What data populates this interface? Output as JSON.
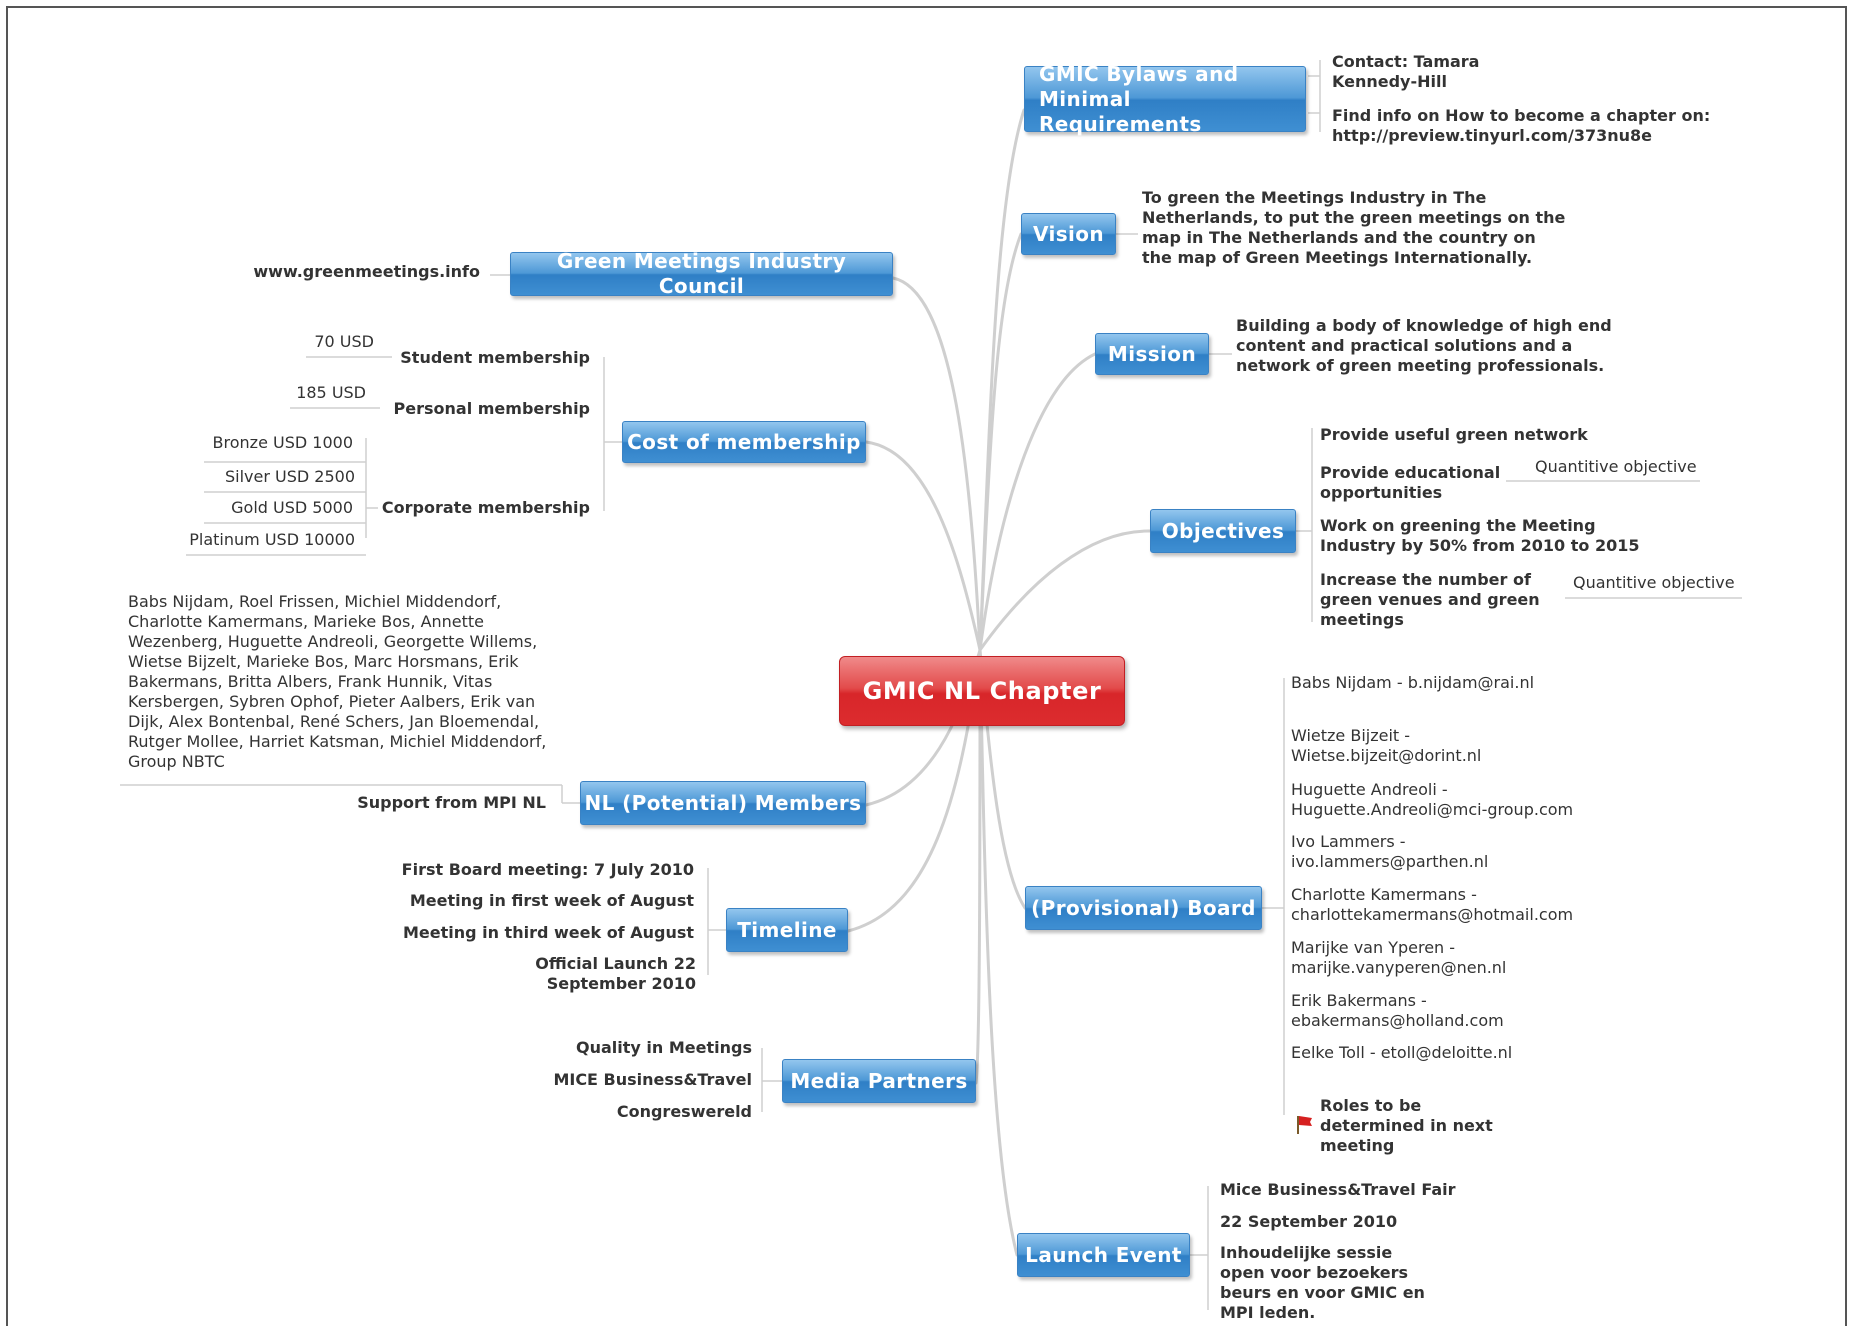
{
  "central": "GMIC NL Chapter",
  "topics": {
    "bylaws": "GMIC Bylaws and Minimal Requirements",
    "vision": "Vision",
    "mission": "Mission",
    "objectives": "Objectives",
    "board": "(Provisional) Board",
    "launch": "Launch Event",
    "gmic": "Green Meetings Industry Council",
    "cost": "Cost of membership",
    "members": "NL (Potential) Members",
    "timeline": "Timeline",
    "media": "Media Partners"
  },
  "bylaws_notes": {
    "contact": "Contact: Tamara Kennedy-Hill",
    "find": "Find info on How to become a chapter on: http://preview.tinyurl.com/373nu8e"
  },
  "vision_text": "To green the Meetings Industry in The Netherlands, to put the green meetings on the map in The Netherlands and the country on the map of Green Meetings Internationally.",
  "mission_text": "Building a body of knowledge of high end content and practical solutions and a network of green meeting professionals.",
  "objectives_items": {
    "o1": "Provide useful green network",
    "o2": "Provide educational opportunities",
    "o3": "Work on greening the Meeting Industry by 50% from 2010 to 2015",
    "o4": "Increase the number of green venues and green meetings",
    "q2": "Quantitive objective",
    "q4": "Quantitive objective"
  },
  "board_members": [
    "Babs Nijdam - b.nijdam@rai.nl",
    "Wietze Bijzeit - Wietse.bijzeit@dorint.nl",
    "Huguette Andreoli - Huguette.Andreoli@mci-group.com",
    "Ivo Lammers - ivo.lammers@parthen.nl",
    "Charlotte Kamermans - charlottekamermans@hotmail.com",
    "Marijke van Yperen - marijke.vanyperen@nen.nl",
    "Erik Bakermans - ebakermans@holland.com",
    "Eelke Toll - etoll@deloitte.nl"
  ],
  "board_note": "Roles to be determined in next meeting",
  "launch_items": {
    "l1": "Mice Business&Travel Fair",
    "l2": "22 September 2010",
    "l3": "Inhoudelijke sessie open voor bezoekers beurs en voor GMIC en MPI leden."
  },
  "gmic_url": "www.greenmeetings.info",
  "membership": {
    "student": "Student membership",
    "student_price": "70 USD",
    "personal": "Personal membership",
    "personal_price": "185 USD",
    "corporate": "Corporate membership",
    "bronze": "Bronze USD 1000",
    "silver": "Silver USD 2500",
    "gold": "Gold USD 5000",
    "platinum": "Platinum USD 10000"
  },
  "members_list": "Babs Nijdam, Roel Frissen, Michiel Middendorf, Charlotte Kamermans, Marieke Bos, Annette Wezenberg, Huguette Andreoli, Georgette Willems, Wietse Bijzelt, Marieke Bos, Marc Horsmans, Erik Bakermans, Britta Albers, Frank Hunnik, Vitas Kersbergen, Sybren Ophof, Pieter Aalbers, Erik van Dijk, Alex Bontenbal, René Schers, Jan Bloemendal, Rutger Mollee, Harriet Katsman, Michiel Middendorf, Group NBTC",
  "members_support": "Support from MPI NL",
  "timeline_items": {
    "t1": "First Board meeting: 7 July 2010",
    "t2": "Meeting in first week of August",
    "t3": "Meeting in third week of August",
    "t4": "Official  Launch 22 September 2010"
  },
  "media_items": {
    "m1": "Quality in Meetings",
    "m2": "MICE Business&Travel",
    "m3": "Congreswereld"
  }
}
